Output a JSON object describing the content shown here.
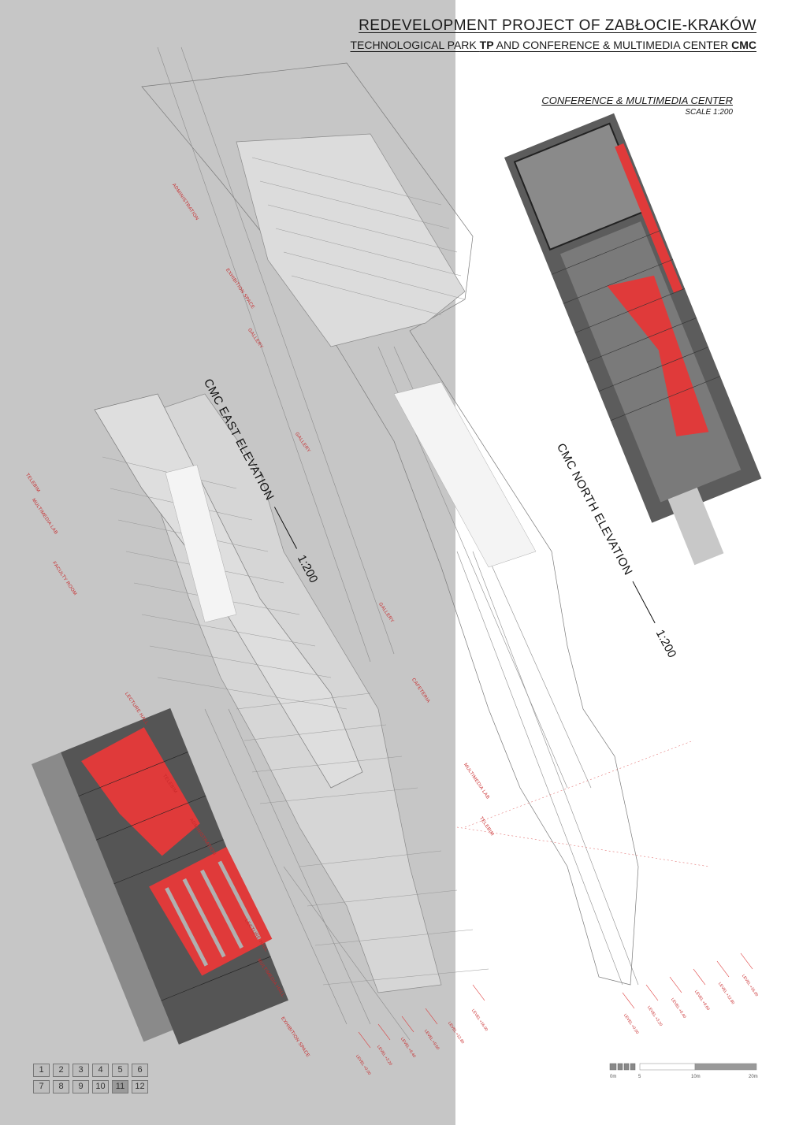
{
  "title": {
    "main": "REDEVELOPMENT PROJECT OF ZABŁOCIE-KRAKÓW",
    "sub_part1": "TECHNOLOGICAL PARK ",
    "sub_bold1": "TP",
    "sub_part2": " AND CONFERENCE & MULTIMEDIA CENTER ",
    "sub_bold2": "CMC"
  },
  "section": {
    "name": "CONFERENCE & MULTIMEDIA CENTER",
    "scale": "SCALE 1:200"
  },
  "east_elevation": {
    "title": "CMC EAST ELEVATION",
    "scale": "1:200"
  },
  "north_elevation": {
    "title": "CMC NORTH ELEVATION",
    "scale": "1:200"
  },
  "rooms": [
    "ADMINISTRATION",
    "EXHIBITION SPACE",
    "GALLERY",
    "GALLERY",
    "TELEBIM",
    "MULTIMEDIA LAB",
    "FACULTY ROOM",
    "GALLERY",
    "CAFETERIA",
    "LECTURE HALL",
    "TELEBIM",
    "ADMINISTRATION",
    "LECTURE HALL",
    "MULTIMEDIA HALL",
    "EXHIBITION SPACE",
    "MULTIMEDIA LAB",
    "TELEBIM"
  ],
  "levels": [
    "LEVEL +0.00",
    "LEVEL +3.20",
    "LEVEL +6.40",
    "LEVEL +9.60",
    "LEVEL +12.80",
    "LEVEL +16.00"
  ],
  "pager": [
    "1",
    "2",
    "3",
    "4",
    "5",
    "6",
    "7",
    "8",
    "9",
    "10",
    "11",
    "12"
  ],
  "pager_active": "11",
  "scalebar": {
    "labels": [
      "0m",
      "5",
      "10m",
      "20m"
    ]
  },
  "colors": {
    "accent_red": "#e03a3a",
    "panel_grey": "#c6c6c6"
  }
}
